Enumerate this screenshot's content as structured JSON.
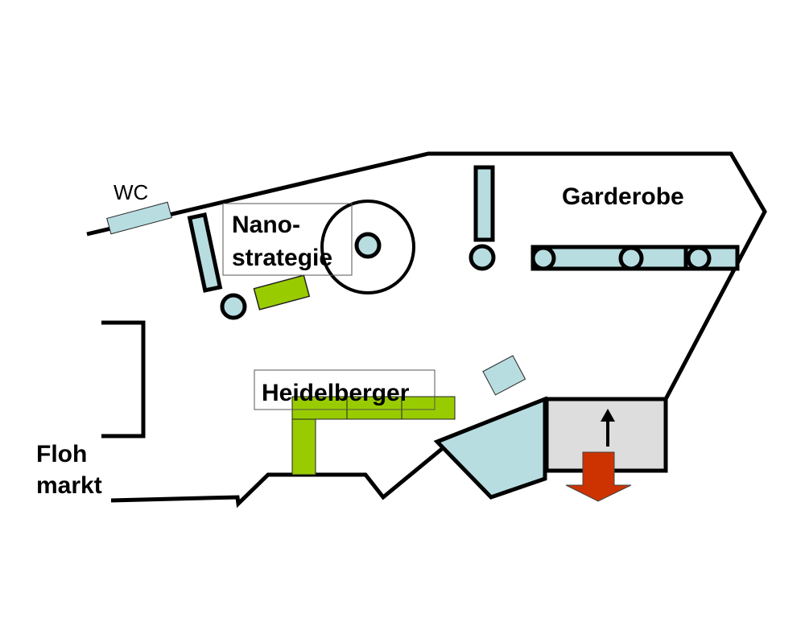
{
  "labels": {
    "wc": "WC",
    "nano_line1": "Nano-",
    "nano_line2": "strategie",
    "garderobe": "Garderobe",
    "heidelberger": "Heidelberger",
    "floh_line1": "Floh",
    "floh_line2": "markt"
  },
  "colors": {
    "wall": "#000000",
    "table_blue": "#b8dde1",
    "stand_green": "#99cc00",
    "room_grey": "#dddddd",
    "exit_arrow": "#cc3300"
  },
  "icons": {
    "exit": "arrow-down-icon",
    "entrance": "arrow-up-icon"
  }
}
